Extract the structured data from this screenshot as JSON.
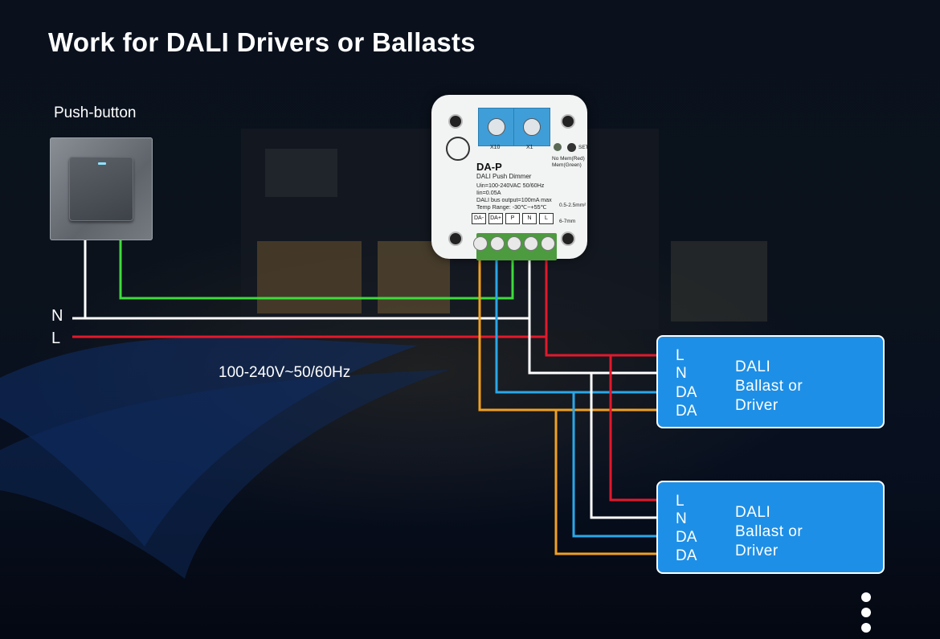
{
  "title": "Work for DALI Drivers or Ballasts",
  "push_button": {
    "label": "Push-button"
  },
  "mains": {
    "n_label": "N",
    "l_label": "L",
    "voltage": "100-240V~50/60Hz"
  },
  "module": {
    "dial_left_caption": "X10",
    "dial_right_caption": "X1",
    "set_label": "SET",
    "mem_red": "No Mem(Red)",
    "mem_green": "Mem(Green)",
    "model": "DA-P",
    "specs": [
      "DALI Push Dimmer",
      "Uin=100-240VAC 50/60Hz",
      "Iin=0.05A",
      "DALI bus output=100mA max",
      "Temp Range: -30℃~+55℃"
    ],
    "wire_gauge": "0.5-2.5mm²",
    "strip_len": "6-7mm",
    "terminals": [
      "DA-",
      "DA+",
      "P",
      "N",
      "L"
    ]
  },
  "drivers": [
    {
      "terminals": [
        "L",
        "N",
        "DA",
        "DA"
      ],
      "name_lines": [
        "DALI",
        "Ballast or",
        "Driver"
      ]
    },
    {
      "terminals": [
        "L",
        "N",
        "DA",
        "DA"
      ],
      "name_lines": [
        "DALI",
        "Ballast or",
        "Driver"
      ]
    }
  ],
  "colors": {
    "background": "#050a14",
    "driver_fill": "#1e8fe6",
    "wire_green": "#3ddc3a",
    "wire_white": "#ffffff",
    "wire_red": "#e3182b",
    "wire_blue": "#2aa7e8",
    "wire_orange": "#f0a020"
  }
}
